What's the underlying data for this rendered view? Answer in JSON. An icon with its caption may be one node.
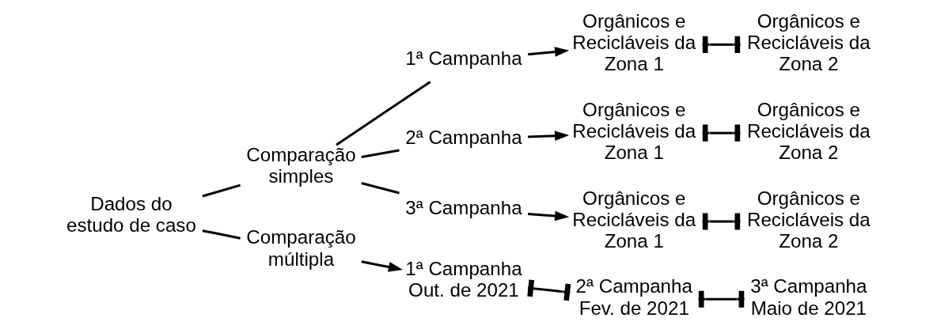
{
  "diagram": {
    "nodes": [
      {
        "text": [
          "Dados do estudo de caso"
        ]
      },
      {
        "text": [
          "Comparação simples"
        ]
      },
      {
        "text": [
          "Comparação múltipla"
        ]
      },
      {
        "text": [
          "1ª Campanha"
        ]
      },
      {
        "text": [
          "2ª Campanha"
        ]
      },
      {
        "text": [
          "3ª Campanha"
        ]
      },
      {
        "text": [
          "Orgânicos e Recicláveis da Zona 1"
        ]
      },
      {
        "text": [
          "Orgânicos e Recicláveis da Zona 2"
        ]
      },
      {
        "text": [
          "Orgânicos e Recicláveis da Zona 1"
        ]
      },
      {
        "text": [
          "Orgânicos e Recicláveis da Zona 2"
        ]
      },
      {
        "text": [
          "Orgânicos e Recicláveis da Zona 1"
        ]
      },
      {
        "text": [
          "Orgânicos e Recicláveis da Zona 2"
        ]
      },
      {
        "text": [
          "1ª Campanha Out. de 2021"
        ]
      },
      {
        "text": [
          "2ª Campanha Fev. de 2021"
        ]
      },
      {
        "text": [
          "3ª Campanha Maio de 2021"
        ]
      }
    ],
    "edges": [
      {
        "from": 0,
        "to": 1,
        "arrow": "none"
      },
      {
        "from": 0,
        "to": 2,
        "arrow": "none"
      },
      {
        "from": 1,
        "to": 3,
        "arrow": "none"
      },
      {
        "from": 1,
        "to": 4,
        "arrow": "none"
      },
      {
        "from": 1,
        "to": 5,
        "arrow": "none"
      },
      {
        "from": 3,
        "to": 6,
        "arrow": "to"
      },
      {
        "from": 6,
        "to": 7,
        "arrow": "other"
      },
      {
        "from": 4,
        "to": 8,
        "arrow": "to"
      },
      {
        "from": 8,
        "to": 9,
        "arrow": "other"
      },
      {
        "from": 5,
        "to": 10,
        "arrow": "to"
      },
      {
        "from": 10,
        "to": 11,
        "arrow": "other"
      },
      {
        "from": 2,
        "to": 12,
        "arrow": "to"
      },
      {
        "from": 12,
        "to": 13,
        "arrow": "other"
      },
      {
        "from": 13,
        "to": 14,
        "arrow": "other"
      }
    ]
  }
}
